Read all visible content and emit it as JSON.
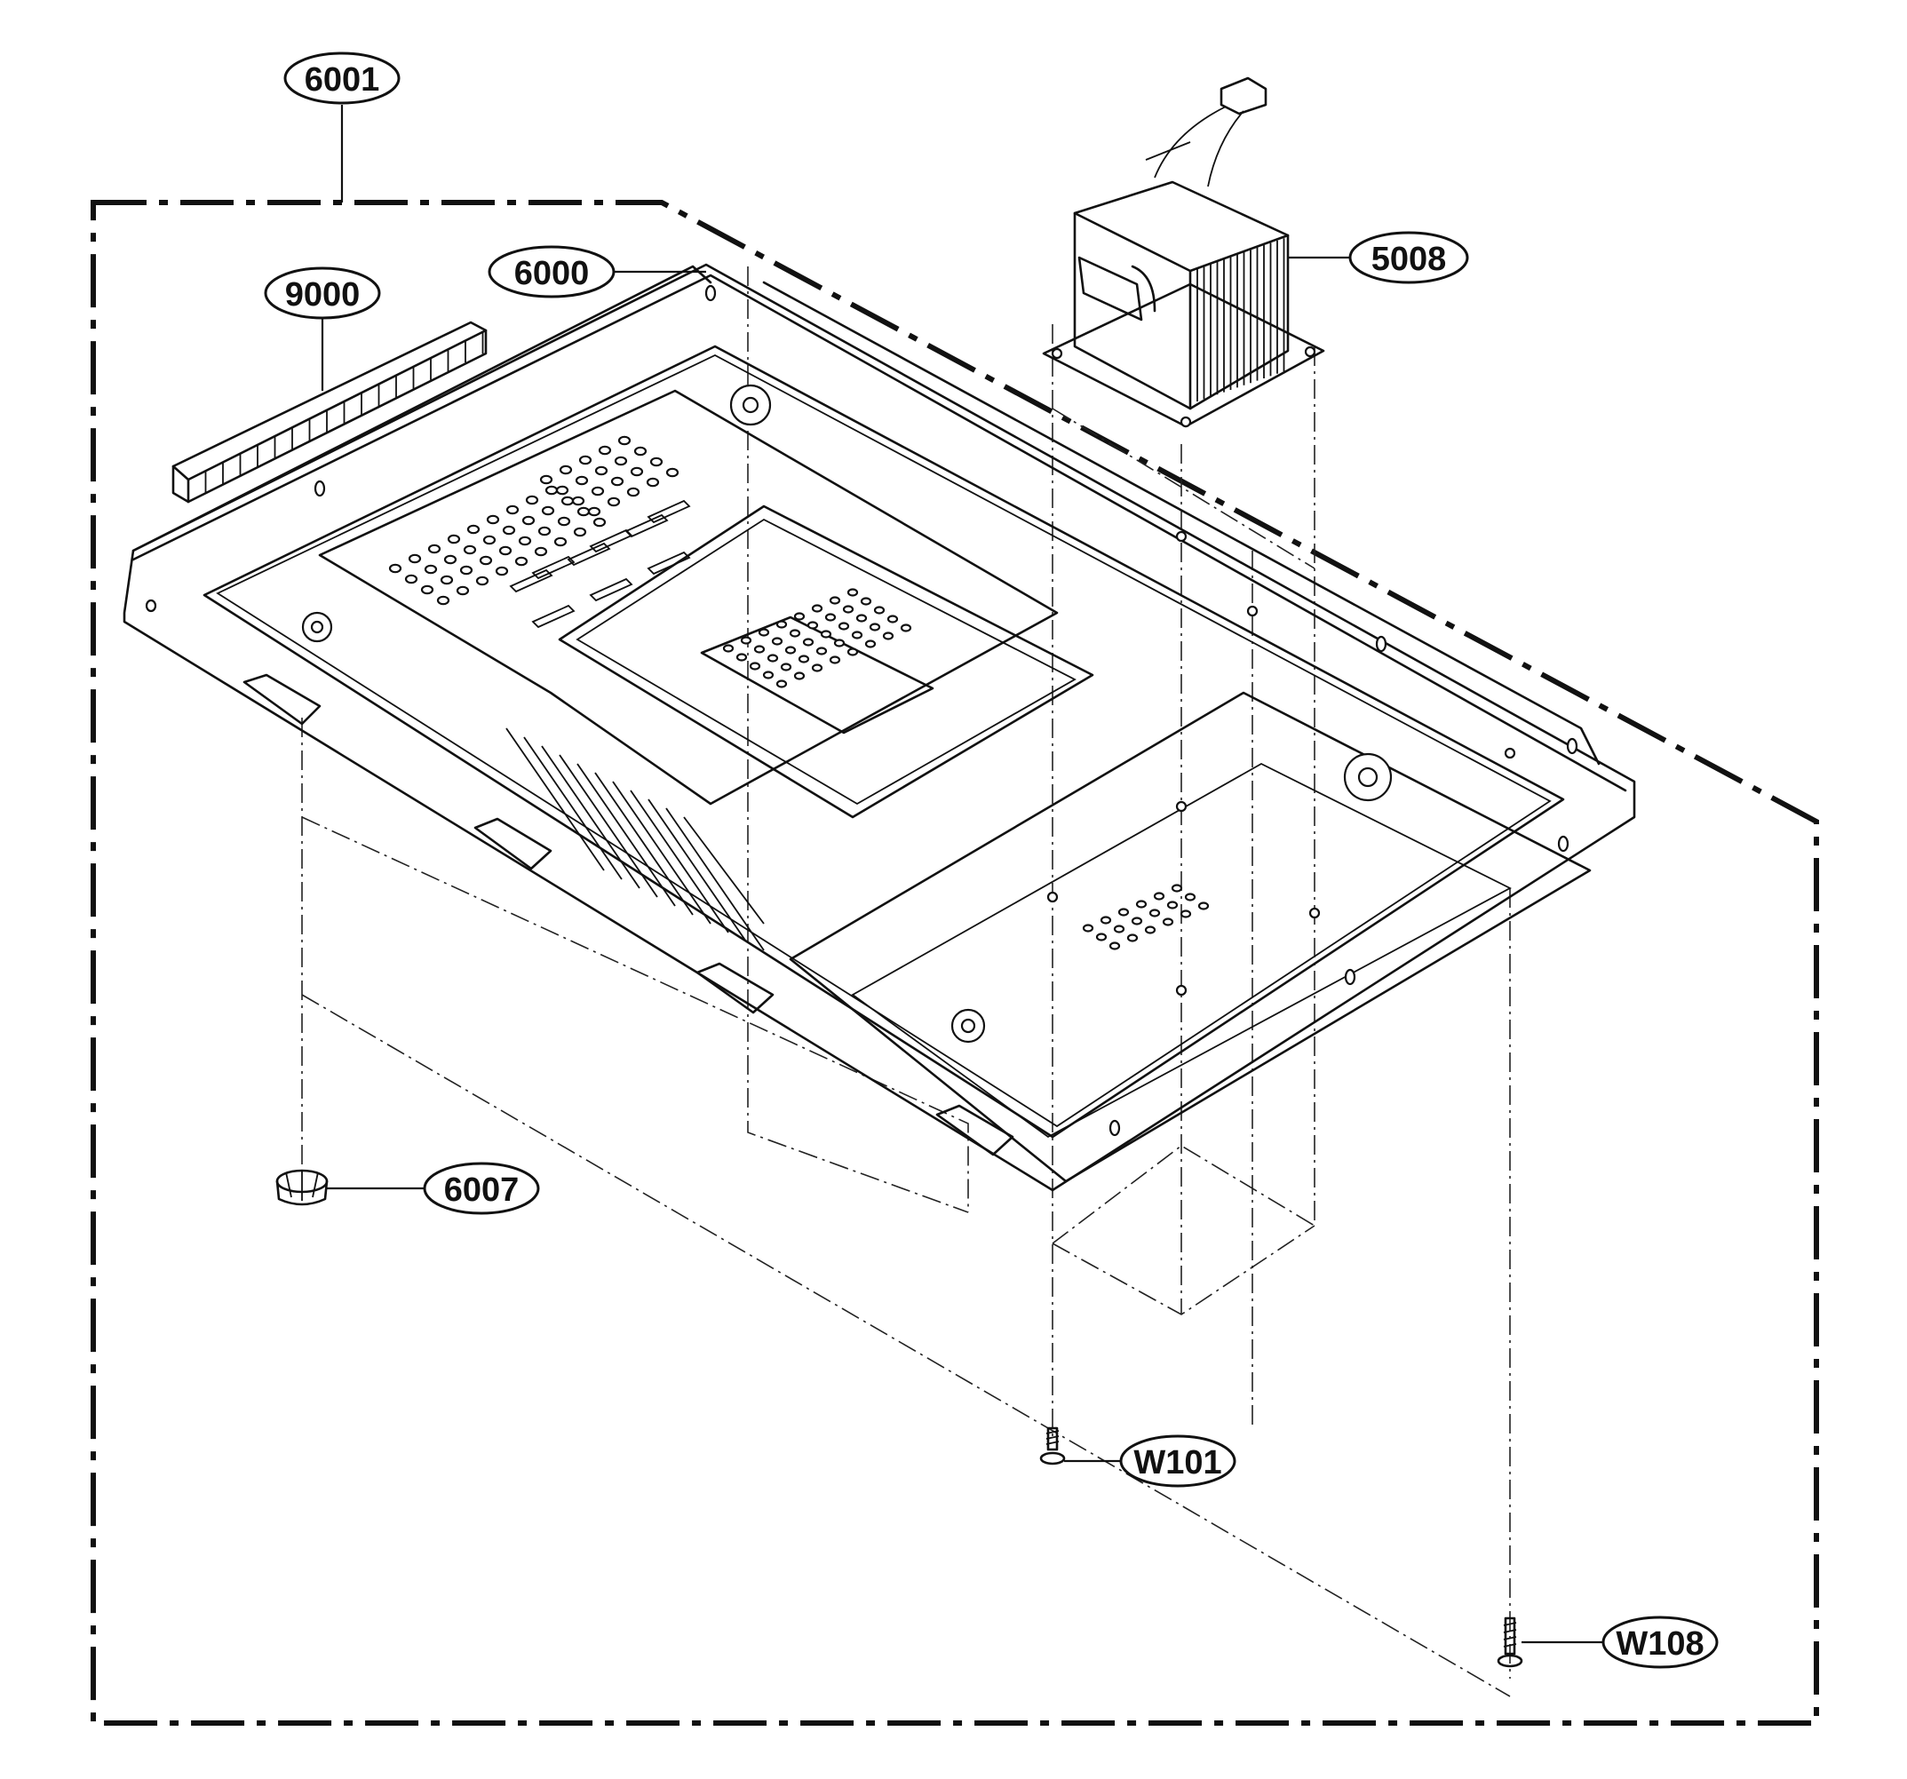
{
  "diagram": {
    "callouts": [
      {
        "id": "assembly",
        "label": "6001"
      },
      {
        "id": "base-plate",
        "label": "6000"
      },
      {
        "id": "label-strip",
        "label": "9000"
      },
      {
        "id": "transformer",
        "label": "5008"
      },
      {
        "id": "foot",
        "label": "6007"
      },
      {
        "id": "screw-a",
        "label": "W101"
      },
      {
        "id": "screw-b",
        "label": "W108"
      }
    ]
  }
}
